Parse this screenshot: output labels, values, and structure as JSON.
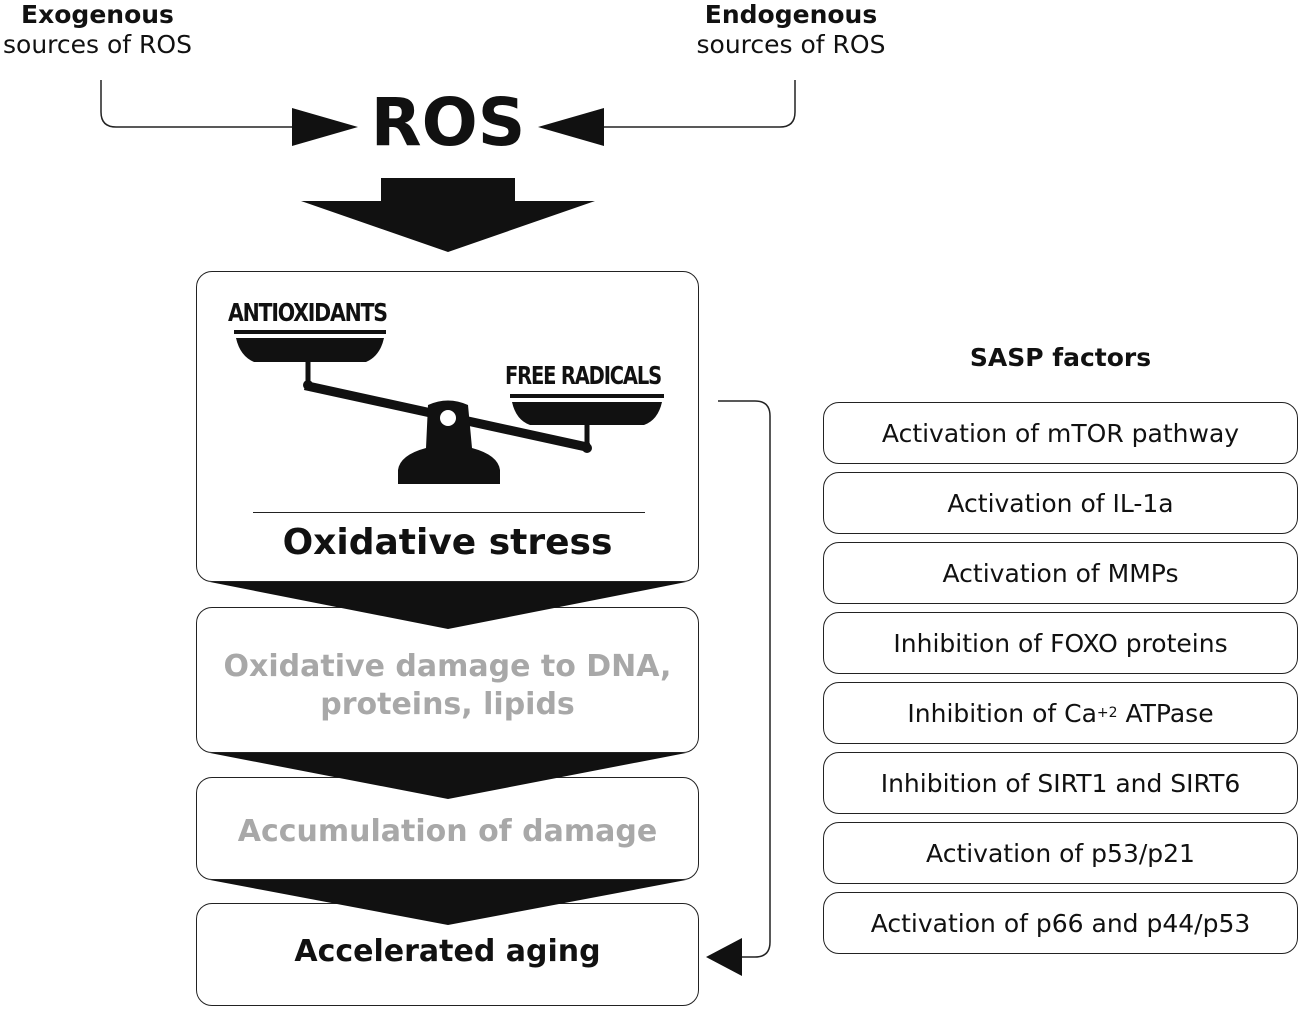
{
  "sources": {
    "exogenous": {
      "title": "Exogenous",
      "subtitle": "sources of ROS"
    },
    "endogenous": {
      "title": "Endogenous",
      "subtitle": "sources of ROS"
    }
  },
  "ros_label": "ROS",
  "balance": {
    "left_label": "ANTIOXIDANTS",
    "right_label": "FREE RADICALS"
  },
  "flow": {
    "step1": "Oxidative stress",
    "step2_line1": "Oxidative damage to DNA,",
    "step2_line2": "proteins, lipids",
    "step3": "Accumulation of damage",
    "step4": "Accelerated aging"
  },
  "sasp": {
    "title": "SASP factors",
    "items": [
      "Activation of mTOR pathway",
      "Activation of IL-1a",
      "Activation of MMPs",
      "Inhibition of FOXO proteins",
      "Inhibition of Ca+2 ATPase",
      "Inhibition of SIRT1 and SIRT6",
      "Activation of p53/p21",
      "Activation of p66 and p44/p53"
    ],
    "ca_item": {
      "prefix": "Inhibition of Ca",
      "sup": "+2",
      "suffix": " ATPase"
    }
  },
  "colors": {
    "ink": "#111111",
    "faded_text": "#a8a8a8",
    "background": "#ffffff"
  }
}
